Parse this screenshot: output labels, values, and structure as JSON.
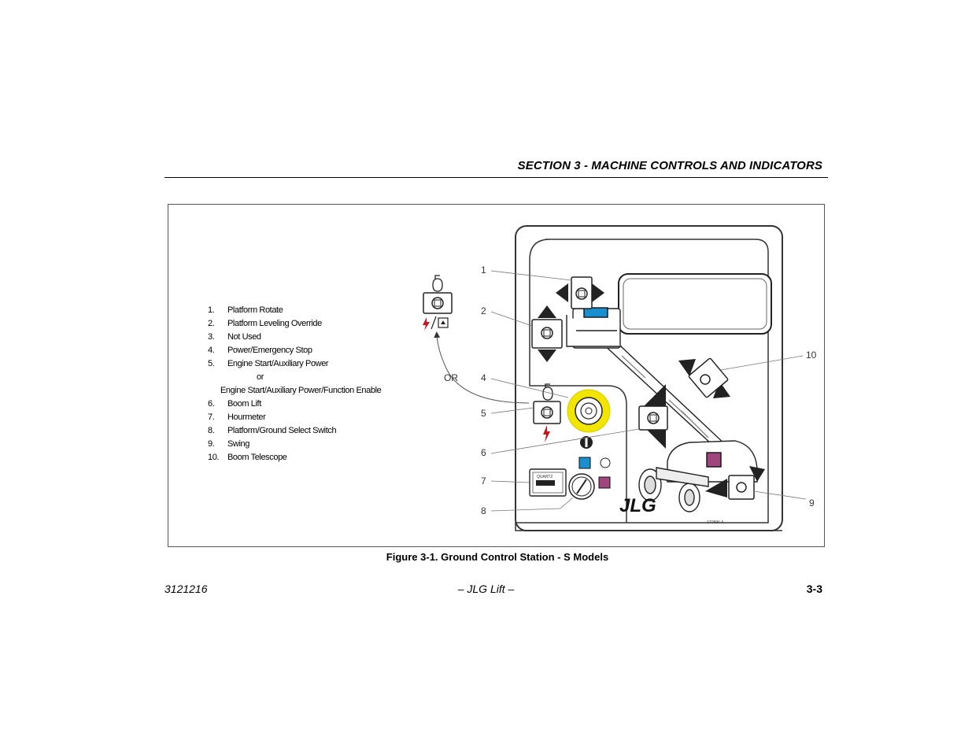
{
  "header": {
    "section_title": "SECTION 3 - MACHINE CONTROLS AND INDICATORS"
  },
  "legend": {
    "items": [
      {
        "num": "1.",
        "label": "Platform Rotate"
      },
      {
        "num": "2.",
        "label": "Platform Leveling Override"
      },
      {
        "num": "3.",
        "label": "Not Used"
      },
      {
        "num": "4.",
        "label": "Power/Emergency Stop"
      },
      {
        "num": "5.",
        "label": "Engine Start/Auxiliary Power"
      },
      {
        "num": "6.",
        "label": "Boom Lift"
      },
      {
        "num": "7.",
        "label": "Hourmeter"
      },
      {
        "num": "8.",
        "label": "Platform/Ground Select Switch"
      },
      {
        "num": "9.",
        "label": "Swing"
      },
      {
        "num": "10.",
        "label": "Boom Telescope"
      }
    ],
    "or_text": "or",
    "item5_alt": "Engine Start/Auxiliary Power/Function Enable"
  },
  "diagram": {
    "callouts": [
      "1",
      "2",
      "4",
      "5",
      "6",
      "7",
      "8",
      "9",
      "10"
    ],
    "or_label": "OR",
    "hourmeter_text": "QUARTZ",
    "brand_logo": "JLG",
    "drawing_code": "1T0896 A",
    "icons": [
      "engine-start-icon",
      "lightning-icon",
      "power-stop-icon",
      "boom-lift-icon"
    ],
    "colors": {
      "stop_ring": "#f2e600",
      "blue_light": "#1a8fd0",
      "magenta_light": "#a0457e",
      "platform_blue": "#1a8fd0"
    }
  },
  "figure": {
    "caption": "Figure 3-1.  Ground Control Station - S Models"
  },
  "footer": {
    "doc_number": "3121216",
    "center_text": "– JLG Lift –",
    "page_number": "3-3"
  }
}
